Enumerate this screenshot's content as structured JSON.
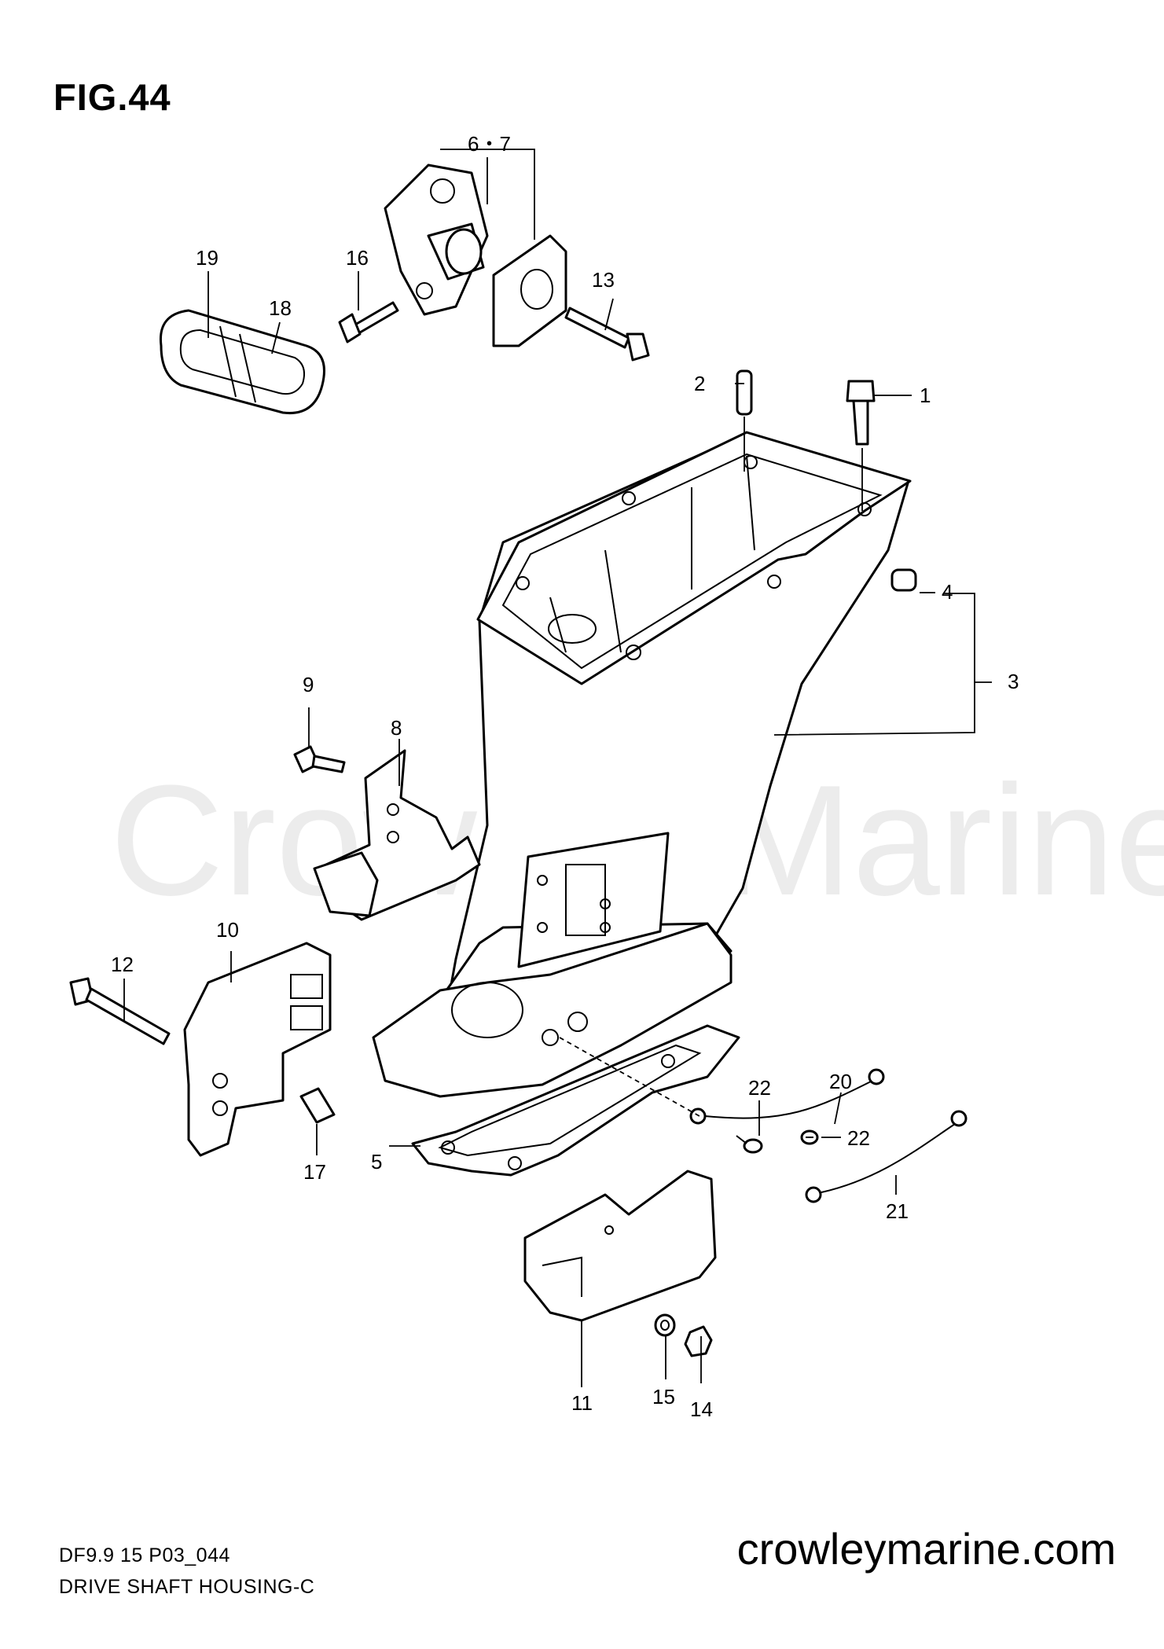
{
  "figure": {
    "title": "FIG.44"
  },
  "watermark": "Crowley Marine",
  "footer": {
    "model_code": "DF9.9 15 P03_044",
    "caption": "DRIVE SHAFT HOUSING-C",
    "website": "crowleymarine.com"
  },
  "callouts": [
    "1",
    "2",
    "3",
    "4",
    "5",
    "6・7",
    "8",
    "9",
    "10",
    "11",
    "12",
    "13",
    "14",
    "15",
    "16",
    "17",
    "18",
    "19",
    "20",
    "21",
    "22",
    "22"
  ],
  "colors": {
    "line": "#000000",
    "background": "#ffffff",
    "watermark": "#ececec"
  }
}
